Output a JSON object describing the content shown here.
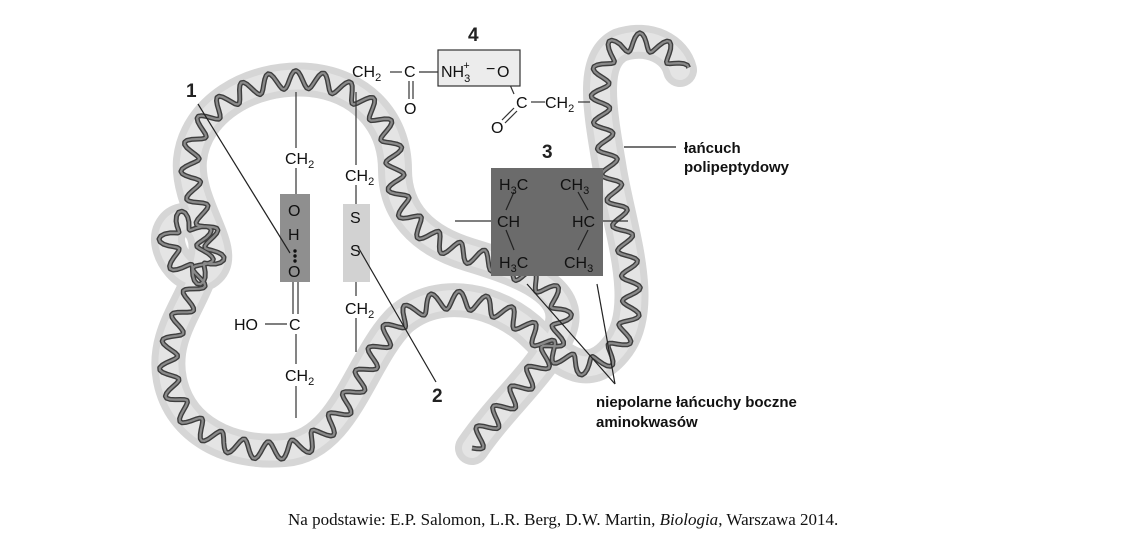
{
  "labels": {
    "n1": "1",
    "n2": "2",
    "n3": "3",
    "n4": "4"
  },
  "callouts": {
    "chain_line1": "łańcuch",
    "chain_line2": "polipeptydowy",
    "nonpolar_line1": "niepolarne łańcuchy boczne",
    "nonpolar_line2": "aminokwasów"
  },
  "chem": {
    "ch2": "CH",
    "sub2": "2",
    "o": "O",
    "h": "H",
    "s": "S",
    "ho": "HO",
    "c": "C",
    "h3c": "H",
    "sub3": "3",
    "ch": "CH",
    "hc": "HC",
    "ch3": "CH",
    "nh3": "NH",
    "plus": "+",
    "minus": "−"
  },
  "caption": {
    "prefix": "Na podstawie: E.P. Salomon, L.R. Berg, D.W. Martin, ",
    "title": "Biologia",
    "suffix": ", Warszawa 2014."
  },
  "colors": {
    "tube": "#d6d6d6",
    "tube_edge": "#bdbdbd",
    "helix": "#5e5e5e",
    "hbond_box": "#8f8f8f",
    "disulfide_box": "#d2d2d2",
    "hydrophobic_box": "#6b6b6b",
    "ionic_box": "#ececec"
  }
}
